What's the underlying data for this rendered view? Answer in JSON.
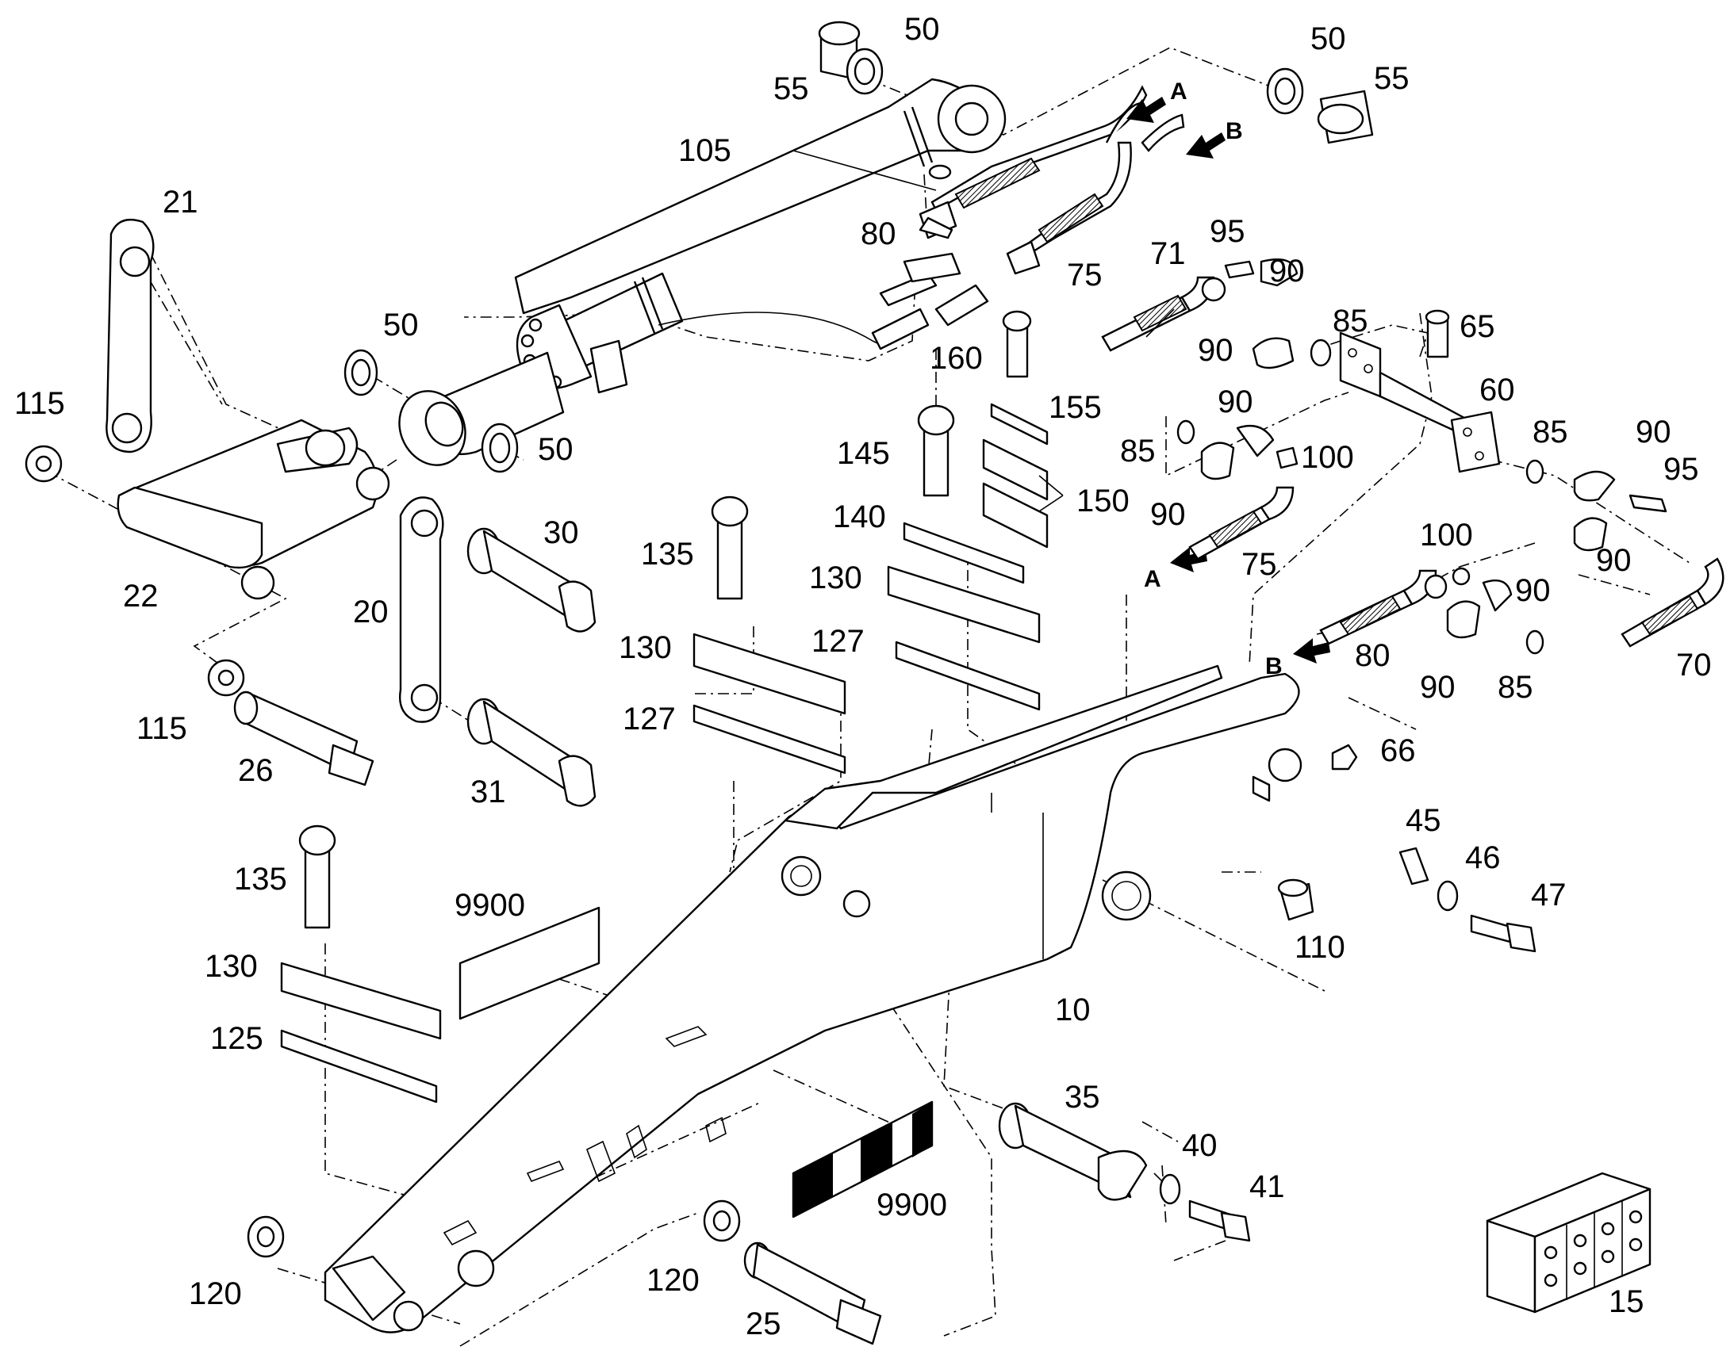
{
  "labels": {
    "l50a": "50",
    "l55a": "55",
    "l50b": "50",
    "l55b": "55",
    "l105": "105",
    "l80a": "80",
    "l75a": "75",
    "l71": "71",
    "l95a": "95",
    "l90a": "90",
    "l85a": "85",
    "l65": "65",
    "l90b": "90",
    "l60": "60",
    "l21": "21",
    "l50c": "50",
    "l50d": "50",
    "l115a": "115",
    "l160": "160",
    "l155": "155",
    "l90c": "90",
    "l85b": "85",
    "l100a": "100",
    "l85c": "85",
    "l90d": "90",
    "l95b": "95",
    "l145": "145",
    "l140": "140",
    "l150": "150",
    "l90e": "90",
    "l75b": "75",
    "l100b": "100",
    "l90f": "90",
    "l22": "22",
    "l30": "30",
    "l135a": "135",
    "l130a": "130",
    "l130b": "130",
    "l127a": "127",
    "l90g": "90",
    "l20": "20",
    "l127b": "127",
    "l80b": "80",
    "l70": "70",
    "l90h": "90",
    "l85d": "85",
    "l115b": "115",
    "l66": "66",
    "l26": "26",
    "l31": "31",
    "l45": "45",
    "l46": "46",
    "l47": "47",
    "l135b": "135",
    "l9900a": "9900",
    "l110": "110",
    "l130c": "130",
    "l10": "10",
    "l125": "125",
    "l35": "35",
    "l40": "40",
    "l41": "41",
    "l9900b": "9900",
    "l120a": "120",
    "l120b": "120",
    "l25": "25",
    "l15": "15"
  },
  "arrows": {
    "a1": "A",
    "b1": "B",
    "a2": "A",
    "b2": "B"
  }
}
